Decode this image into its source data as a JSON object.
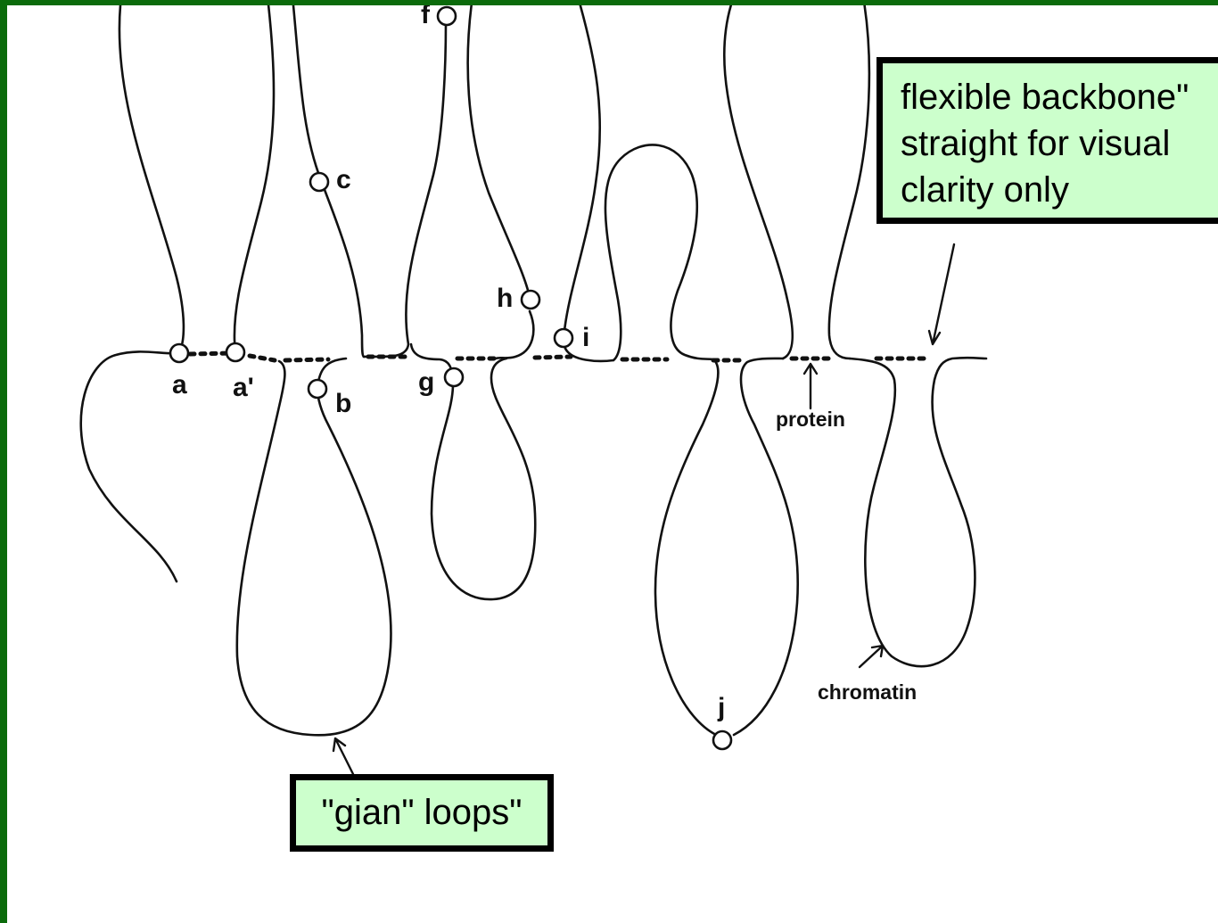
{
  "callouts": {
    "top_lines": [
      "flexible backbone\"",
      "straight for visual",
      "clarity only"
    ],
    "bottom": "\"gian\" loops\""
  },
  "labels": {
    "a": "a",
    "a_prime": "a'",
    "b": "b",
    "c": "c",
    "f": "f",
    "g": "g",
    "h": "h",
    "i": "i",
    "j": "j",
    "protein": "protein",
    "chromatin": "chromatin"
  },
  "colors": {
    "frame": "#0b6b0b",
    "callout_fill": "#ccffcc",
    "ink": "#111111"
  }
}
